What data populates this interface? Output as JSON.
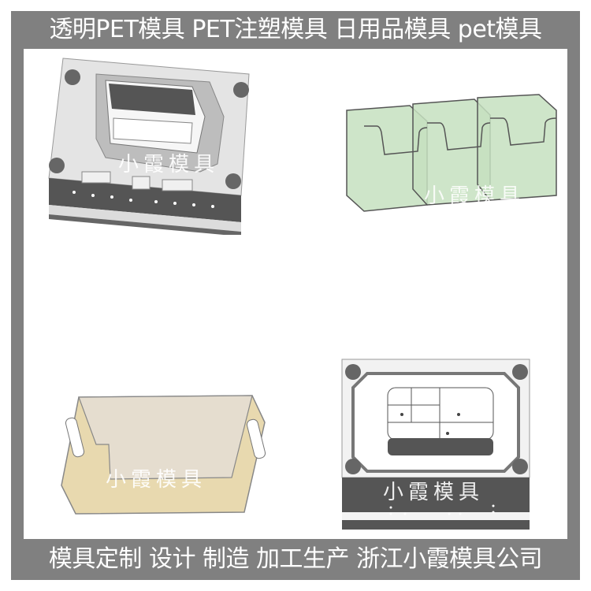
{
  "header": {
    "title": "透明PET模具 PET注塑模具 日用品模具 pet模具"
  },
  "footer": {
    "text": "模具定制 设计 制造 加工生产 浙江小霞模具公司"
  },
  "watermark": "小霞模具",
  "colors": {
    "frame": "#808080",
    "background": "#ffffff",
    "green_bin": "#b9d9b4",
    "amber_bin": "#e3cf9a",
    "mold_dark": "#555555",
    "mold_light": "#e6e6e6"
  },
  "panels": [
    {
      "id": "top-left",
      "subject": "mold-core-gray-rectangular-cavity"
    },
    {
      "id": "top-right",
      "subject": "three-green-transparent-bins"
    },
    {
      "id": "bottom-left",
      "subject": "amber-transparent-storage-box"
    },
    {
      "id": "bottom-right",
      "subject": "mold-top-view-with-core-inserts"
    }
  ]
}
